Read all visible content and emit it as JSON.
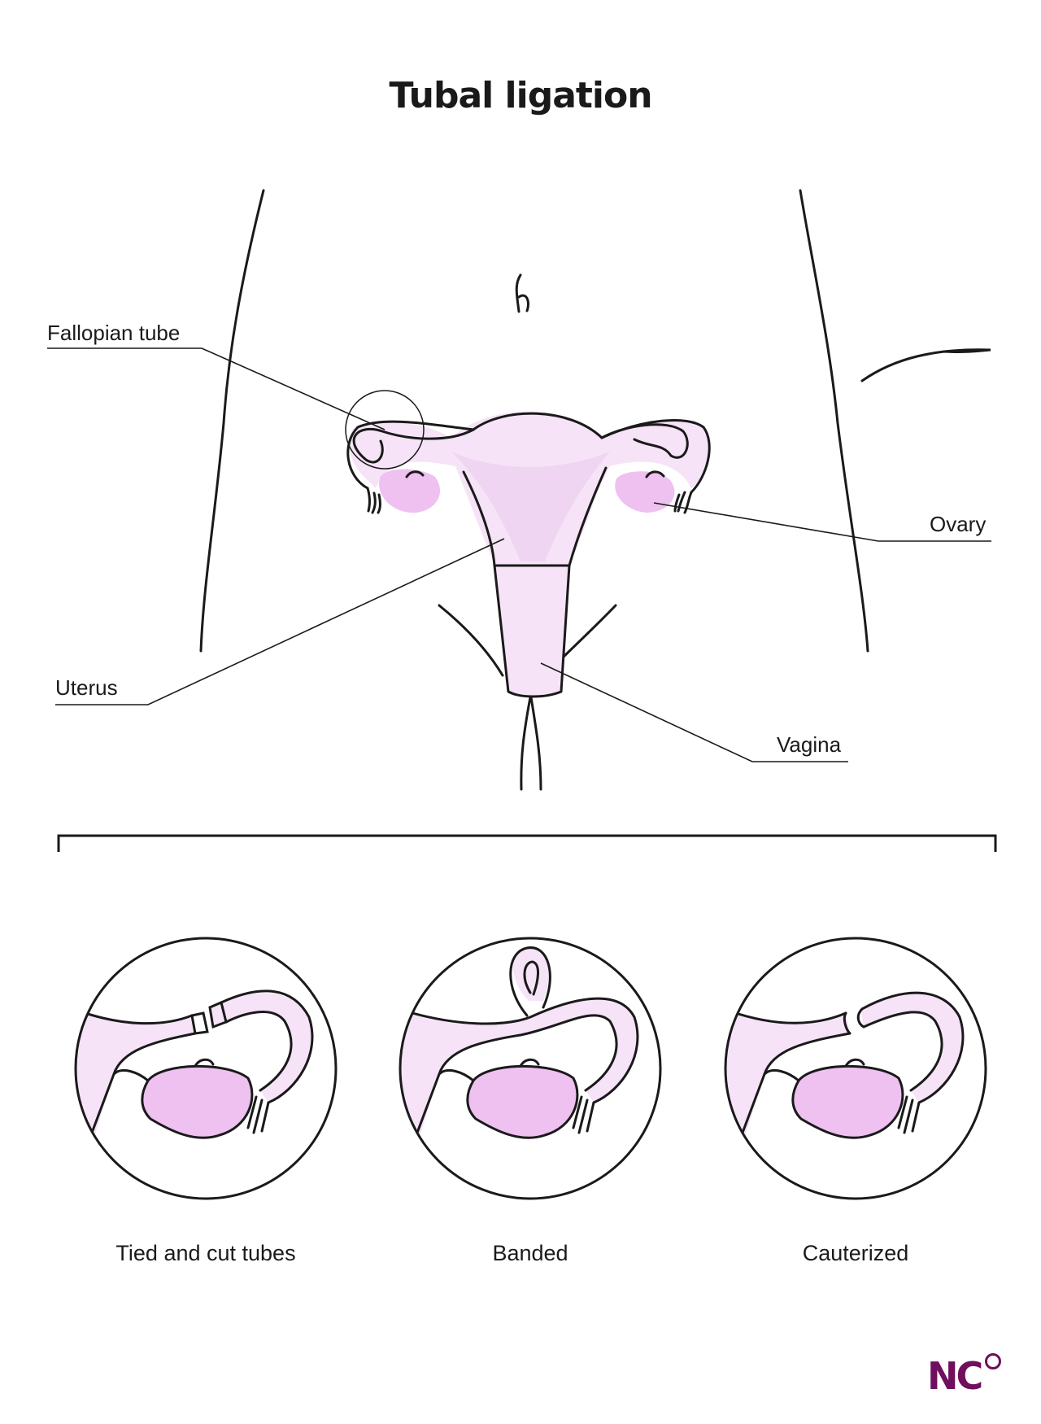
{
  "title": "Tubal ligation",
  "labels": {
    "fallopian_tube": "Fallopian tube",
    "ovary": "Ovary",
    "uterus": "Uterus",
    "vagina": "Vagina"
  },
  "methods": [
    {
      "label": "Tied and cut tubes"
    },
    {
      "label": "Banded"
    },
    {
      "label": "Cauterized"
    }
  ],
  "logo": {
    "text": "NC"
  },
  "colors": {
    "outline": "#1a1a1a",
    "pink_light": "#f6e3f7",
    "pink_mid": "#f0d3f2",
    "ovary_pink": "#eec1f0",
    "brand": "#6f0f5d"
  }
}
